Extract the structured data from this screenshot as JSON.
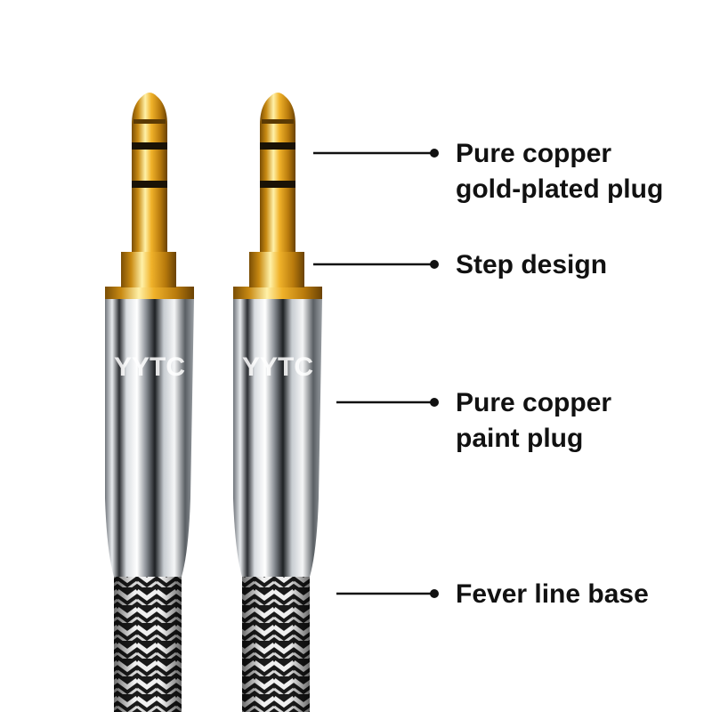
{
  "callouts": [
    {
      "line1": "Pure copper",
      "line2": "gold-plated plug"
    },
    {
      "line1": "Step design",
      "line2": ""
    },
    {
      "line1": "Pure copper",
      "line2": "paint plug"
    },
    {
      "line1": "Fever line base",
      "line2": ""
    }
  ],
  "brand_text": "YYTC",
  "colors": {
    "gold": "#e0a020",
    "gold_dark": "#8a5a06",
    "chrome": "#c9cdd2",
    "label": "#111111",
    "braid_dark": "#1a1a1a",
    "braid_light": "#f0f0f0"
  },
  "icons": [
    "audio-jack-plug-left",
    "audio-jack-plug-right"
  ]
}
